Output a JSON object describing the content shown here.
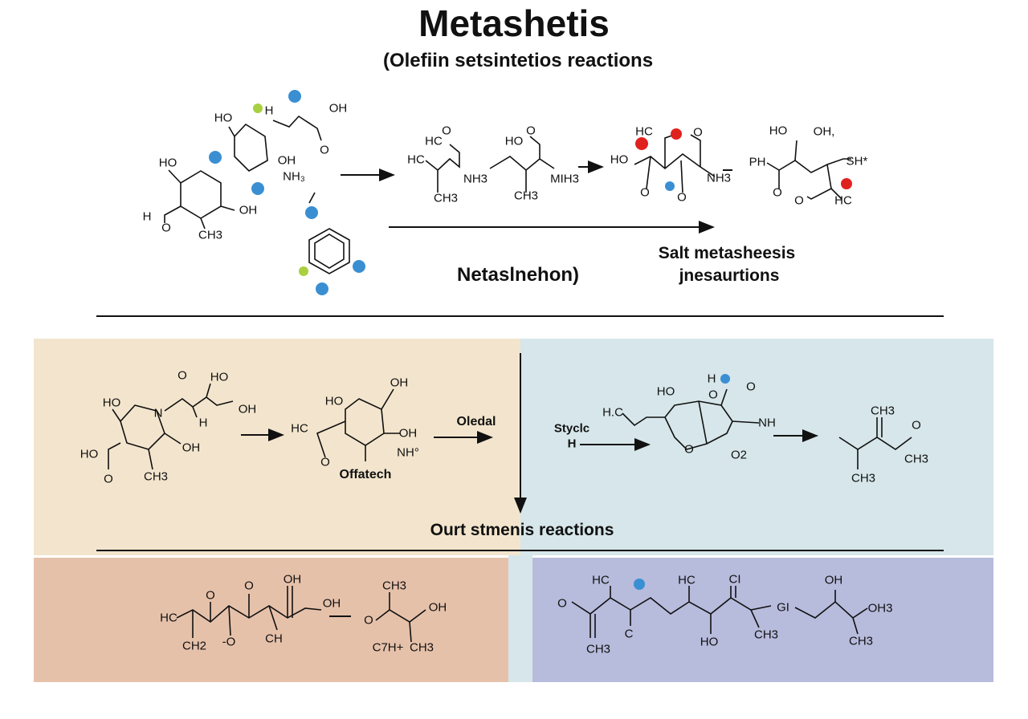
{
  "title": "Metashetis",
  "subtitle": "(Olefiin setsintetios reactions",
  "captions": {
    "top_middle": "Netaslnehon)",
    "top_right_line1": "Salt metasheesis",
    "top_right_line2": "jnesaurtions",
    "mid_left_product": "Offatech",
    "mid_left_arrow": "Oledal",
    "mid_right_reagent_line1": "Styclc",
    "mid_right_reagent_line2": "H",
    "section": "Ourt stmenis reactions"
  },
  "colors": {
    "panel_beige": "#f3e5cd",
    "panel_blue": "#d6e6ea",
    "panel_salmon": "#e6c1aa",
    "panel_lavender": "#b7bbdc",
    "atom_blue": "#3a8fd3",
    "atom_green": "#a8d040",
    "atom_red": "#e0221e"
  },
  "atom_labels": {
    "top_left": [
      "HO",
      "HO",
      "H",
      "O",
      "CH3",
      "OH",
      "H",
      "OH",
      "OH",
      "NH₃",
      "O"
    ],
    "top_middle": [
      "O",
      "HC",
      "HC",
      "NH3",
      "CH3",
      "HO",
      "O",
      "MIH3",
      "CH3"
    ],
    "top_right": [
      "HC",
      "O",
      "HO",
      "NH3",
      "O",
      "O",
      "PH",
      "HO",
      "OH,",
      "SH*",
      "O",
      "O",
      "HC"
    ],
    "mid_left": [
      "O",
      "HO",
      "HO",
      "N",
      "H",
      "OH",
      "HO",
      "OH",
      "O",
      "CH3",
      "HO",
      "OH",
      "HC",
      "OH",
      "NH°",
      "O"
    ],
    "mid_right": [
      "H.C",
      "H",
      "HO",
      "O",
      "O",
      "NH",
      "O",
      "O2",
      "CH3",
      "O",
      "CH3",
      "CH3"
    ],
    "bottom_left": [
      "O",
      "O",
      "OH",
      "HC",
      "CH",
      "OH",
      "CH2",
      "-O",
      "OH",
      "CH3",
      "O",
      "C7H+",
      "CH3"
    ],
    "bottom_right": [
      "HC",
      "HC",
      "CI",
      "OH",
      "O",
      "GI",
      "OH3",
      "C",
      "HO",
      "CH3",
      "CH3",
      "CH3"
    ]
  }
}
